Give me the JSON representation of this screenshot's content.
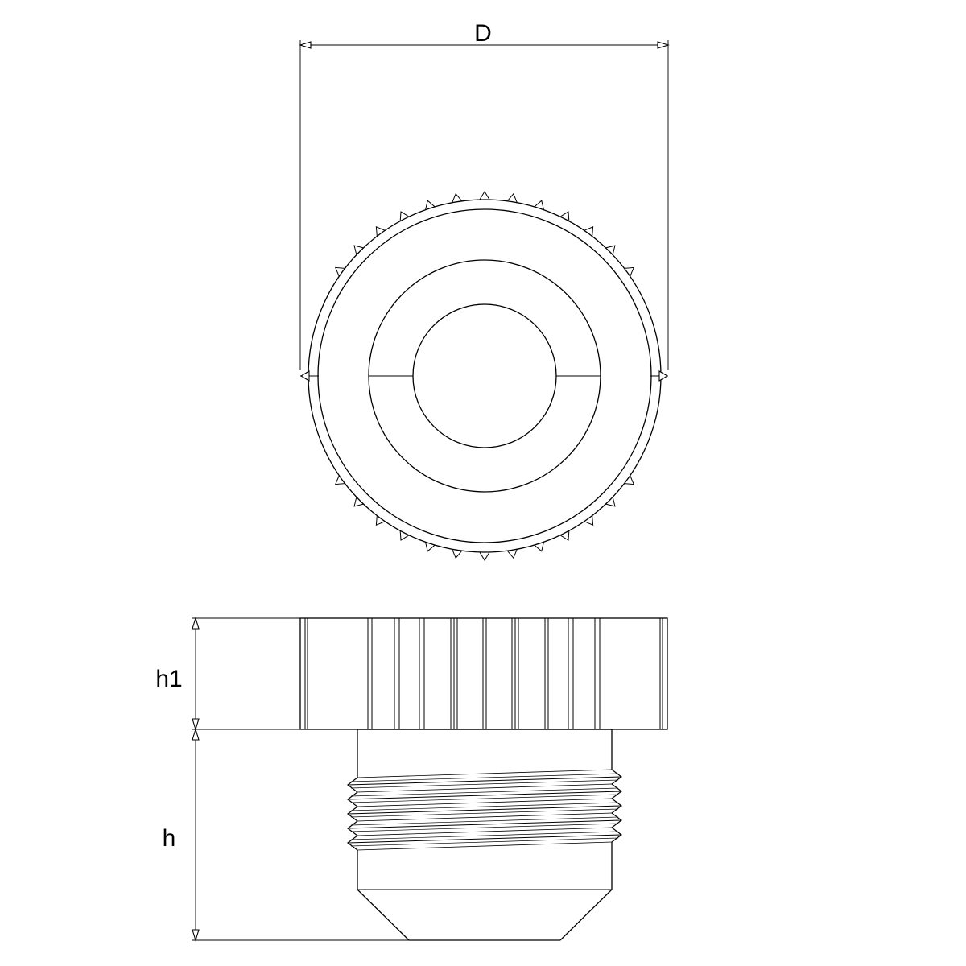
{
  "dimensions": {
    "diameter_label": "D",
    "head_height_label": "h1",
    "thread_height_label": "h"
  },
  "colors": {
    "line": "#000000",
    "background": "#ffffff"
  }
}
